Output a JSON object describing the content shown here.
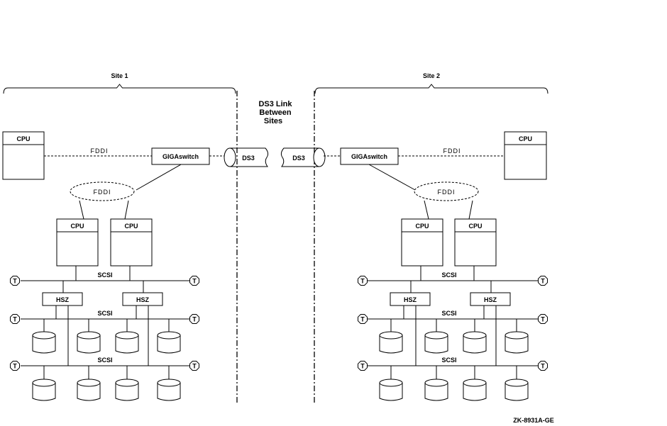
{
  "diagram": {
    "site1": {
      "label": "Site 1"
    },
    "site2": {
      "label": "Site 2"
    },
    "link_title": [
      "DS3 Link",
      "Between",
      "Sites"
    ],
    "cpu_label": "CPU",
    "gigaswitch_label": "GIGAswitch",
    "fddi_label": "FDDI",
    "ds3_label": "DS3",
    "scsi_label": "SCSI",
    "hsz_label": "HSZ",
    "terminator_label": "T",
    "figure_id": "ZK-8931A-GE"
  }
}
